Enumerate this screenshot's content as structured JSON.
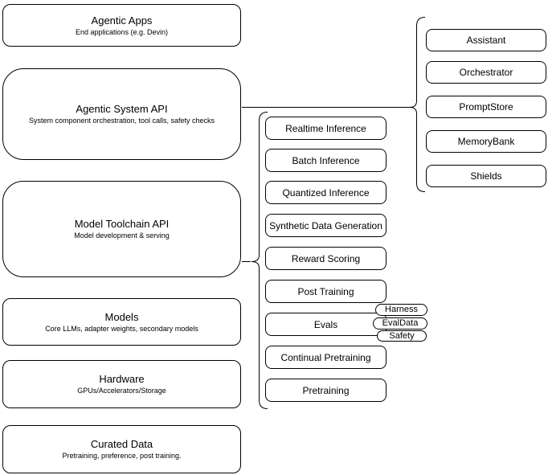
{
  "canvas": {
    "background": "#ffffff",
    "stroke": "#000000"
  },
  "left_stack": [
    {
      "title": "Agentic Apps",
      "subtitle": "End applications (e.g. Devin)"
    },
    {
      "title": "Agentic System API",
      "subtitle": "System component orchestration, tool calls, safety checks"
    },
    {
      "title": "Model Toolchain API",
      "subtitle": "Model development & serving"
    },
    {
      "title": "Models",
      "subtitle": "Core LLMs, adapter weights, secondary models"
    },
    {
      "title": "Hardware",
      "subtitle": "GPUs/Accelerators/Storage"
    },
    {
      "title": "Curated Data",
      "subtitle": "Pretraining, preference, post training."
    }
  ],
  "toolchain_components": [
    "Realtime Inference",
    "Batch Inference",
    "Quantized Inference",
    "Synthetic Data Generation",
    "Reward Scoring",
    "Post Training",
    "Evals",
    "Continual Pretraining",
    "Pretraining"
  ],
  "evals_tags": [
    "Harness",
    "EvalData",
    "Safety"
  ],
  "system_components": [
    "Assistant",
    "Orchestrator",
    "PromptStore",
    "MemoryBank",
    "Shields"
  ]
}
